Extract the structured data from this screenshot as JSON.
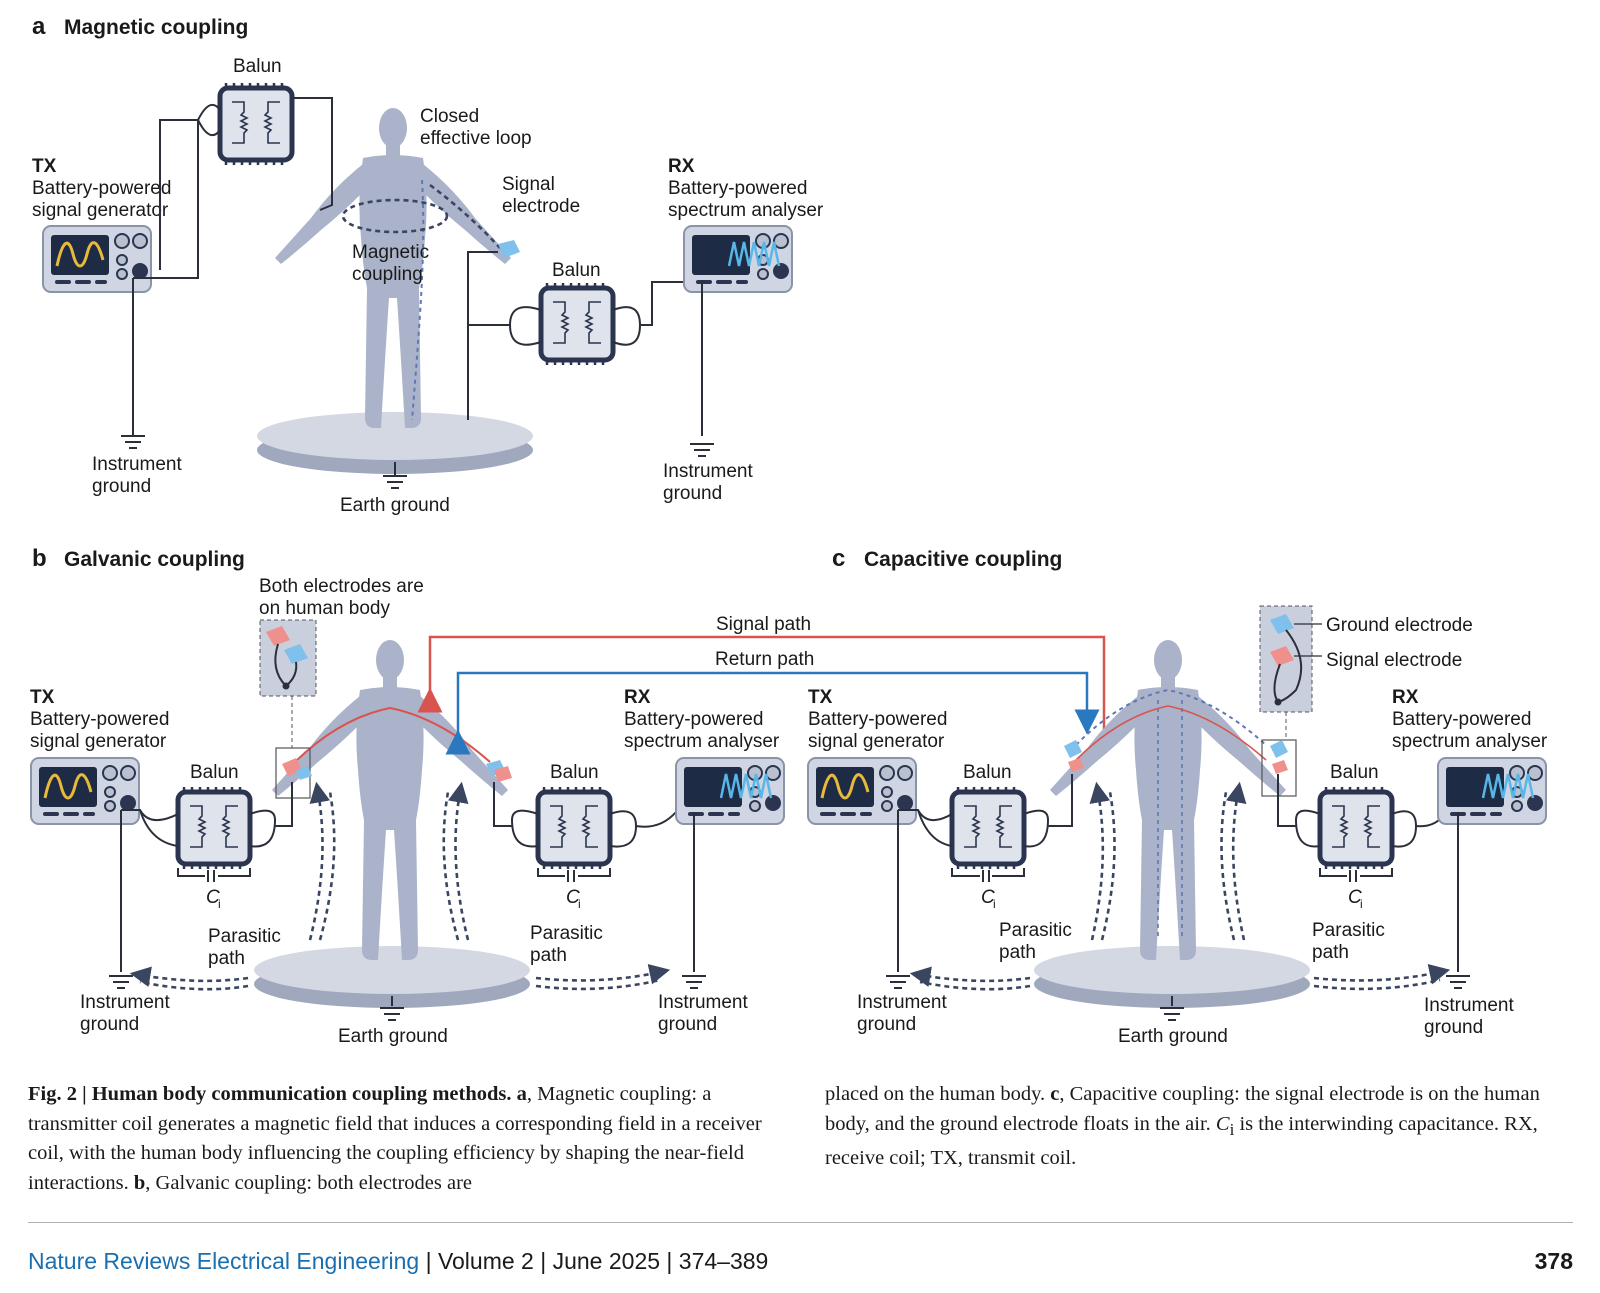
{
  "panel_a": {
    "letter": "a",
    "title": "Magnetic coupling",
    "balun_top": "Balun",
    "tx_tag": "TX",
    "tx_desc_1": "Battery-powered",
    "tx_desc_2": "signal generator",
    "closed_loop_1": "Closed",
    "closed_loop_2": "effective loop",
    "signal_electrode_1": "Signal",
    "signal_electrode_2": "electrode",
    "rx_tag": "RX",
    "rx_desc_1": "Battery-powered",
    "rx_desc_2": "spectrum analyser",
    "magnetic_1": "Magnetic",
    "magnetic_2": "coupling",
    "balun_rx": "Balun",
    "instr_ground_1": "Instrument",
    "instr_ground_2": "ground",
    "earth_ground": "Earth ground"
  },
  "panel_b": {
    "letter": "b",
    "title": "Galvanic coupling",
    "both_electrodes_1": "Both electrodes are",
    "both_electrodes_2": "on human body",
    "tx_tag": "TX",
    "tx_desc_1": "Battery-powered",
    "tx_desc_2": "signal generator",
    "rx_tag": "RX",
    "rx_desc_1": "Battery-powered",
    "rx_desc_2": "spectrum analyser",
    "balun": "Balun",
    "ci": "C",
    "ci_sub": "i",
    "parasitic_1": "Parasitic",
    "parasitic_2": "path",
    "instr_ground_1": "Instrument",
    "instr_ground_2": "ground",
    "earth_ground": "Earth ground"
  },
  "shared_paths": {
    "signal_path": "Signal path",
    "return_path": "Return path"
  },
  "panel_c": {
    "letter": "c",
    "title": "Capacitive coupling",
    "tx_tag": "TX",
    "tx_desc_1": "Battery-powered",
    "tx_desc_2": "signal generator",
    "rx_tag": "RX",
    "rx_desc_1": "Battery-powered",
    "rx_desc_2": "spectrum analyser",
    "ground_electrode": "Ground electrode",
    "signal_electrode": "Signal electrode",
    "balun": "Balun",
    "ci": "C",
    "ci_sub": "i",
    "parasitic_1": "Parasitic",
    "parasitic_2": "path",
    "instr_ground_1": "Instrument",
    "instr_ground_2": "ground",
    "earth_ground": "Earth ground"
  },
  "colors": {
    "body": "#aab3c9",
    "platform": "#c9cfdc",
    "device": "#cfd5e2",
    "chip": "#2b3550",
    "screen": "#1d2b45",
    "wave_tx": "#e8b93a",
    "wave_rx": "#58b7e8",
    "signal_red": "#d9534f",
    "return_blue": "#2a79c0",
    "electrode_blue": "#7fc1ec",
    "electrode_red": "#f0908d",
    "journal_blue": "#1a6fb0"
  },
  "caption": {
    "fig_label": "Fig. 2 | Human body communication coupling methods.",
    "a_letter": "a",
    "a_text": ", Magnetic coupling: a transmitter coil generates a magnetic field that induces a corresponding field in a receiver coil, with the human body influencing the coupling efficiency by shaping the near-field interactions. ",
    "b_letter": "b",
    "b_text": ", Galvanic coupling: both electrodes are placed on the human body. ",
    "c_letter": "c",
    "c_text_1": ", Capacitive coupling: the signal electrode is on the human body, and the ground electrode floats in the air. ",
    "ci_symbol": "C",
    "ci_sub": "i",
    "c_text_2": " is the interwinding capacitance. RX, receive coil; TX, transmit coil.",
    "left_part": "",
    "right_part": ""
  },
  "footer": {
    "journal": "Nature Reviews Electrical Engineering",
    "rest": " | Volume 2 | June 2025 | 374–389",
    "page": "378"
  }
}
